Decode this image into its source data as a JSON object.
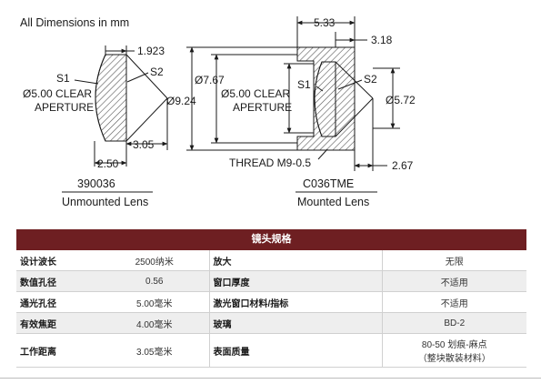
{
  "drawing": {
    "heading": "All Dimensions in mm",
    "unmounted": {
      "dims": {
        "thickness": "1.923",
        "clear_aperture_line1": "Ø5.00 CLEAR",
        "clear_aperture_line2": "APERTURE",
        "bfl": "3.05",
        "width": "2.50"
      },
      "s1": "S1",
      "s2": "S2",
      "part": "390036",
      "caption": "Unmounted Lens"
    },
    "mounted": {
      "dims": {
        "length": "5.33",
        "front": "3.18",
        "outer_dia": "Ø9.24",
        "inner_dia": "Ø7.67",
        "clear_aperture_line1": "Ø5.00 CLEAR",
        "clear_aperture_line2": "APERTURE",
        "exit_dia": "Ø5.72",
        "thread": "THREAD M9-0.5",
        "bfl": "2.67"
      },
      "s1": "S1",
      "s2": "S2",
      "part": "C036TME",
      "caption": "Mounted Lens"
    }
  },
  "specs": {
    "title": "镜头规格",
    "rows": [
      {
        "l1": "设计波长",
        "v1": "2500纳米",
        "l2": "放大",
        "v2": "无限"
      },
      {
        "l1": "数值孔径",
        "v1": "0.56",
        "l2": "窗口厚度",
        "v2": "不适用"
      },
      {
        "l1": "通光孔径",
        "v1": "5.00毫米",
        "l2": "激光窗口材料/指标",
        "v2": "不适用"
      },
      {
        "l1": "有效焦距",
        "v1": "4.00毫米",
        "l2": "玻璃",
        "v2": "BD-2"
      },
      {
        "l1": "工作距离",
        "v1": "3.05毫米",
        "l2": "表面质量",
        "v2": "80-50 划痕-麻点",
        "v2b": "（整块散装材料）"
      }
    ]
  }
}
